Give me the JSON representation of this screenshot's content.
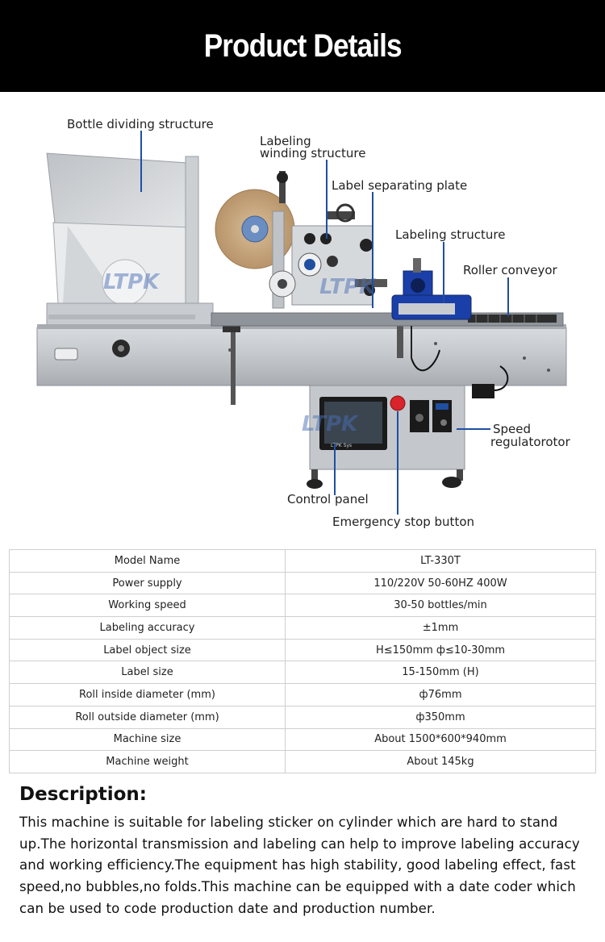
{
  "header": {
    "title": "Product Details"
  },
  "figure": {
    "brand_watermark": "LTPK",
    "touchscreen_caption": "LTPK Sys",
    "callouts": {
      "bottle_dividing": "Bottle dividing structure",
      "winding_line1": "Labeling",
      "winding_line2": "winding structure",
      "separating_plate": "Label separating plate",
      "labeling_structure": "Labeling structure",
      "roller_conveyor": "Roller conveyor",
      "speed_line1": "Speed",
      "speed_line2": "regulatorotor",
      "control_panel": "Control panel",
      "emergency_stop": "Emergency stop button"
    }
  },
  "specs": {
    "rows": [
      {
        "label": "Model Name",
        "value": "LT-330T"
      },
      {
        "label": "Power supply",
        "value": "110/220V 50-60HZ  400W"
      },
      {
        "label": "Working speed",
        "value": "30-50 bottles/min"
      },
      {
        "label": "Labeling accuracy",
        "value": "±1mm"
      },
      {
        "label": "Label object size",
        "value": "H≤150mm ф≤10-30mm"
      },
      {
        "label": "Label size",
        "value": "15-150mm (H)"
      },
      {
        "label": "Roll inside diameter (mm)",
        "value": "ф76mm"
      },
      {
        "label": "Roll outside diameter (mm)",
        "value": "ф350mm"
      },
      {
        "label": "Machine size",
        "value": "About 1500*600*940mm"
      },
      {
        "label": "Machine weight",
        "value": "About 145kg"
      }
    ]
  },
  "description": {
    "title": "Description:",
    "body": "This machine is suitable for labeling sticker on cylinder which are hard to stand up.The horizontal transmission and labeling can help to improve labeling accuracy and working efficiency.The equipment has high stability, good labeling effect, fast speed,no bubbles,no folds.This machine can be equipped with a date coder which can be used to code production date and production number."
  },
  "colors": {
    "banner": "#000000",
    "callout_line": "#1f4fa0",
    "steel": "#bfc3c7",
    "conveyor_blue": "#1b3fa8",
    "label_roll": "#c4a581",
    "estop": "#d8242a"
  }
}
